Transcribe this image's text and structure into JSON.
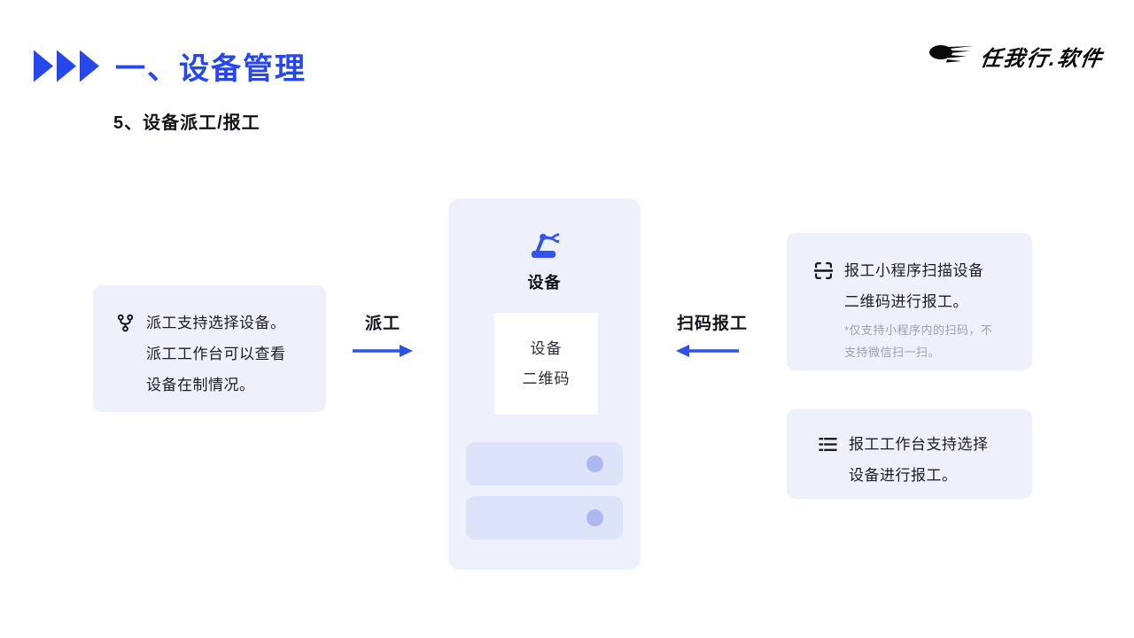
{
  "header": {
    "title": "一、设备管理",
    "subtitle": "5、设备派工/报工",
    "logo_text": "任我行.软件"
  },
  "colors": {
    "accent_blue": "#2547ec",
    "arrow_blue": "#2b52e9",
    "icon_blue": "#3154ed",
    "card_background": "#eef1fc",
    "bar_background": "#dde3f8",
    "bar_dot": "#aeb8f0",
    "note_gray": "#9ba1ae",
    "text_dark": "#15171c"
  },
  "icons": {
    "title_marker": "triple-right-triangles",
    "logo": "speeding-ellipse-swoosh",
    "left_card": "merge-branch-icon",
    "center_card": "robot-arm-icon",
    "right_top_card": "qr-scan-icon",
    "right_bottom_card": "list-icon"
  },
  "left_card": {
    "lines": [
      "派工支持选择设备。",
      "派工工作台可以查看",
      "设备在制情况。"
    ]
  },
  "flow": {
    "dispatch_label": "派工",
    "scan_report_label": "扫码报工"
  },
  "center_card": {
    "device_label": "设备",
    "qr_box_lines": [
      "设备",
      "二维码"
    ]
  },
  "right_top_card": {
    "lines": [
      "报工小程序扫描设备",
      "二维码进行报工。"
    ],
    "note_lines": [
      "*仅支持小程序内的扫码，不",
      "支持微信扫一扫。"
    ]
  },
  "right_bottom_card": {
    "lines": [
      "报工工作台支持选择",
      "设备进行报工。"
    ]
  }
}
